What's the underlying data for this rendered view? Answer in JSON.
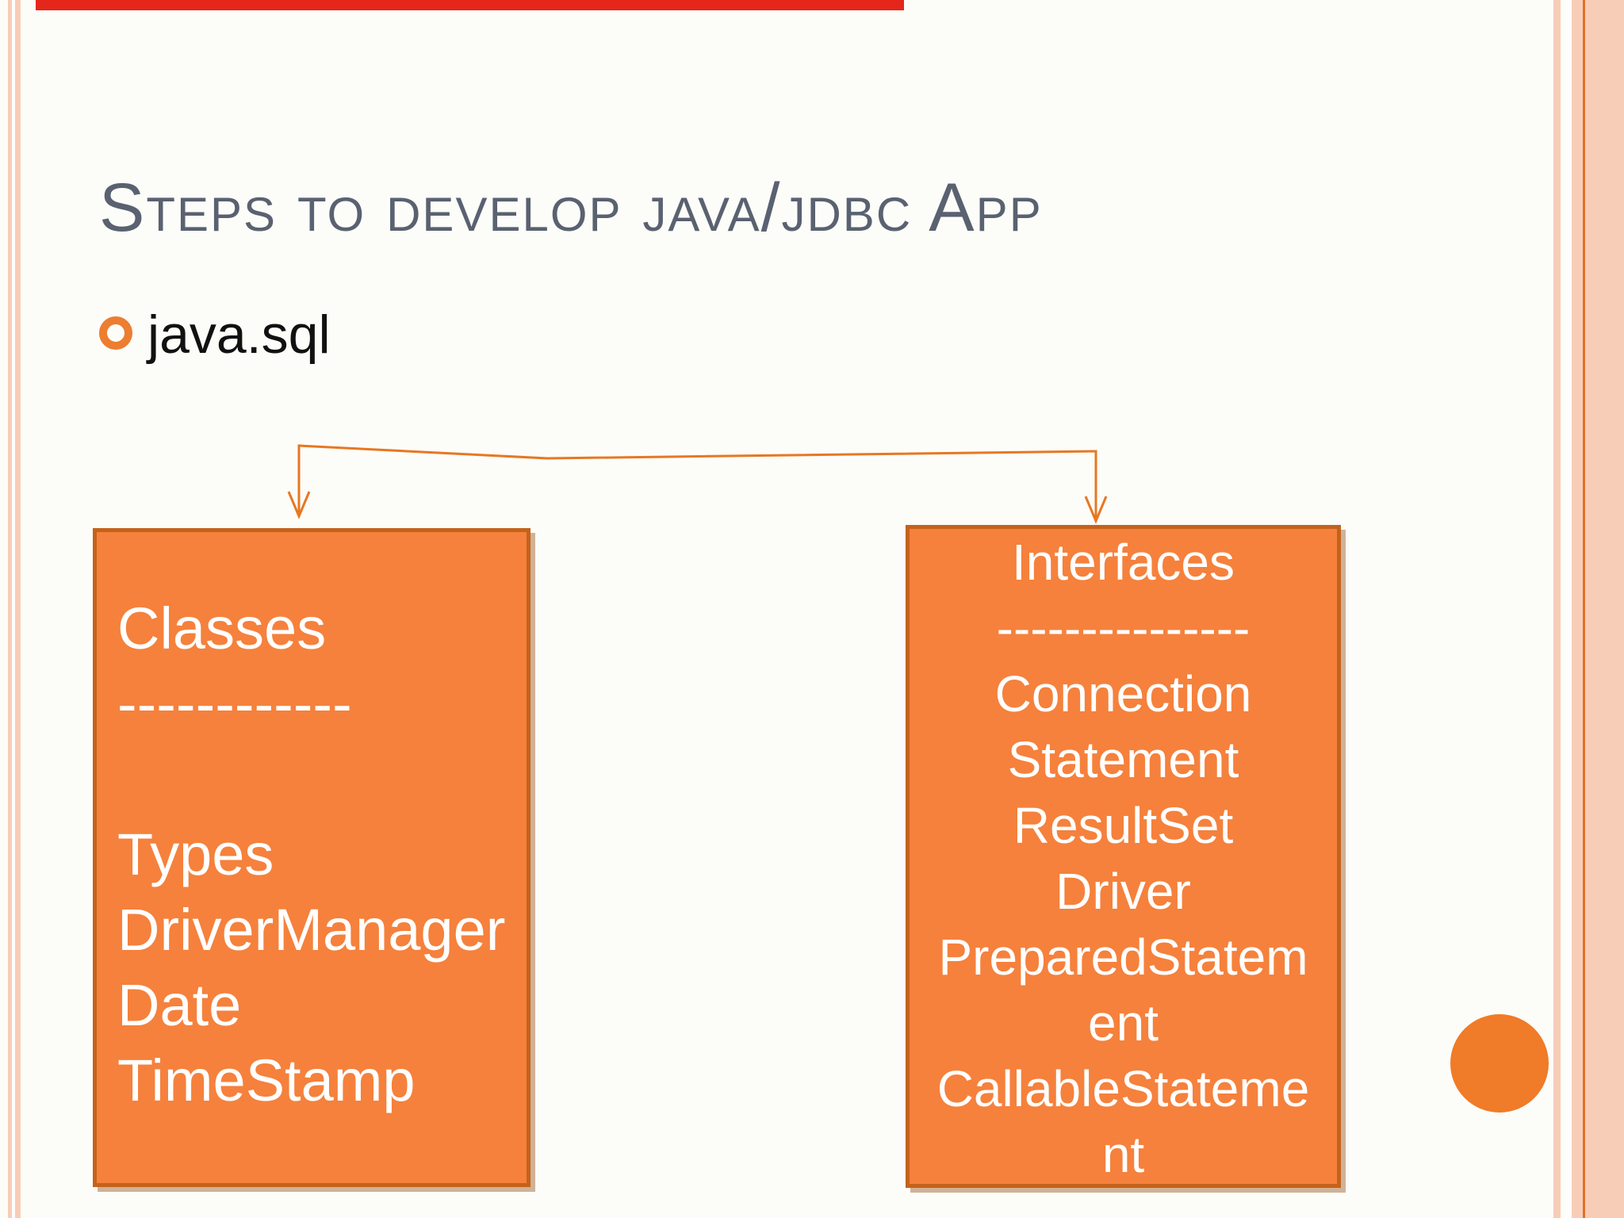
{
  "slide": {
    "title": "Steps to develop java/jdbc App",
    "bullet": {
      "label": "java.sql"
    },
    "package_tree": {
      "left_box": {
        "role": "classes-list",
        "lines": [
          "Classes",
          "------------",
          "",
          "Types",
          "DriverManager",
          "Date",
          "TimeStamp"
        ]
      },
      "right_box": {
        "role": "interfaces-list",
        "lines": [
          "Interfaces",
          "---------------",
          "Connection",
          "Statement",
          "ResultSet",
          "Driver",
          "PreparedStatem",
          "ent",
          "CallableStateme",
          "nt"
        ]
      }
    },
    "colors": {
      "box_fill": "#F5813C",
      "box_border": "#C4621C",
      "connector_orange": "#E87722",
      "title_gray": "#5A6170",
      "accent_circle_orange": "#F07B28",
      "stripe_peach": "#F8CDB8",
      "stripe_dark_orange": "#E0702C",
      "top_bar_red": "#E5261B",
      "bullet_ring_orange": "#ED7D31",
      "text_on_box": "#FFFFFF",
      "body_text": "#111111"
    }
  }
}
